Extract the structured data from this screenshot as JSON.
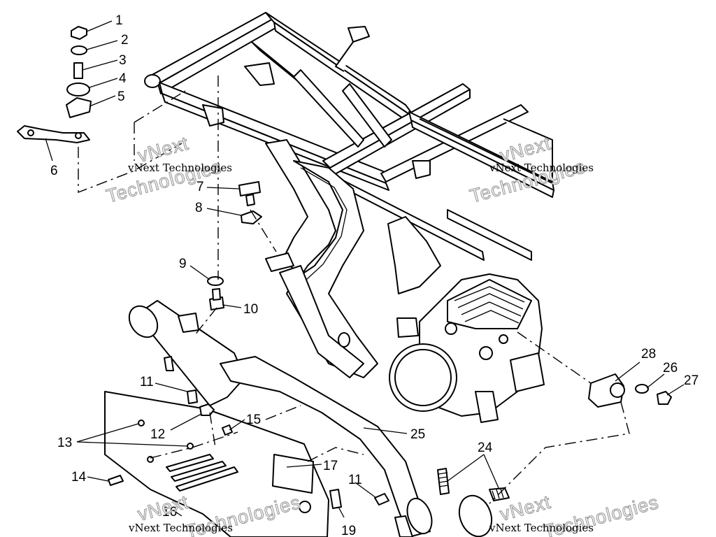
{
  "callouts": {
    "c1": "1",
    "c2": "2",
    "c3": "3",
    "c4": "4",
    "c5": "5",
    "c6": "6",
    "c7": "7",
    "c8": "8",
    "c9": "9",
    "c10": "10",
    "c11a": "11",
    "c11b": "11",
    "c12": "12",
    "c13": "13",
    "c14": "14",
    "c15": "15",
    "c16": "16",
    "c17": "17",
    "c19": "19",
    "c24": "24",
    "c25": "25",
    "c26": "26",
    "c27": "27",
    "c28": "28"
  },
  "watermark": {
    "small": "vNext Technologies",
    "large_top": "vNext",
    "large_bottom": "Technologies"
  }
}
